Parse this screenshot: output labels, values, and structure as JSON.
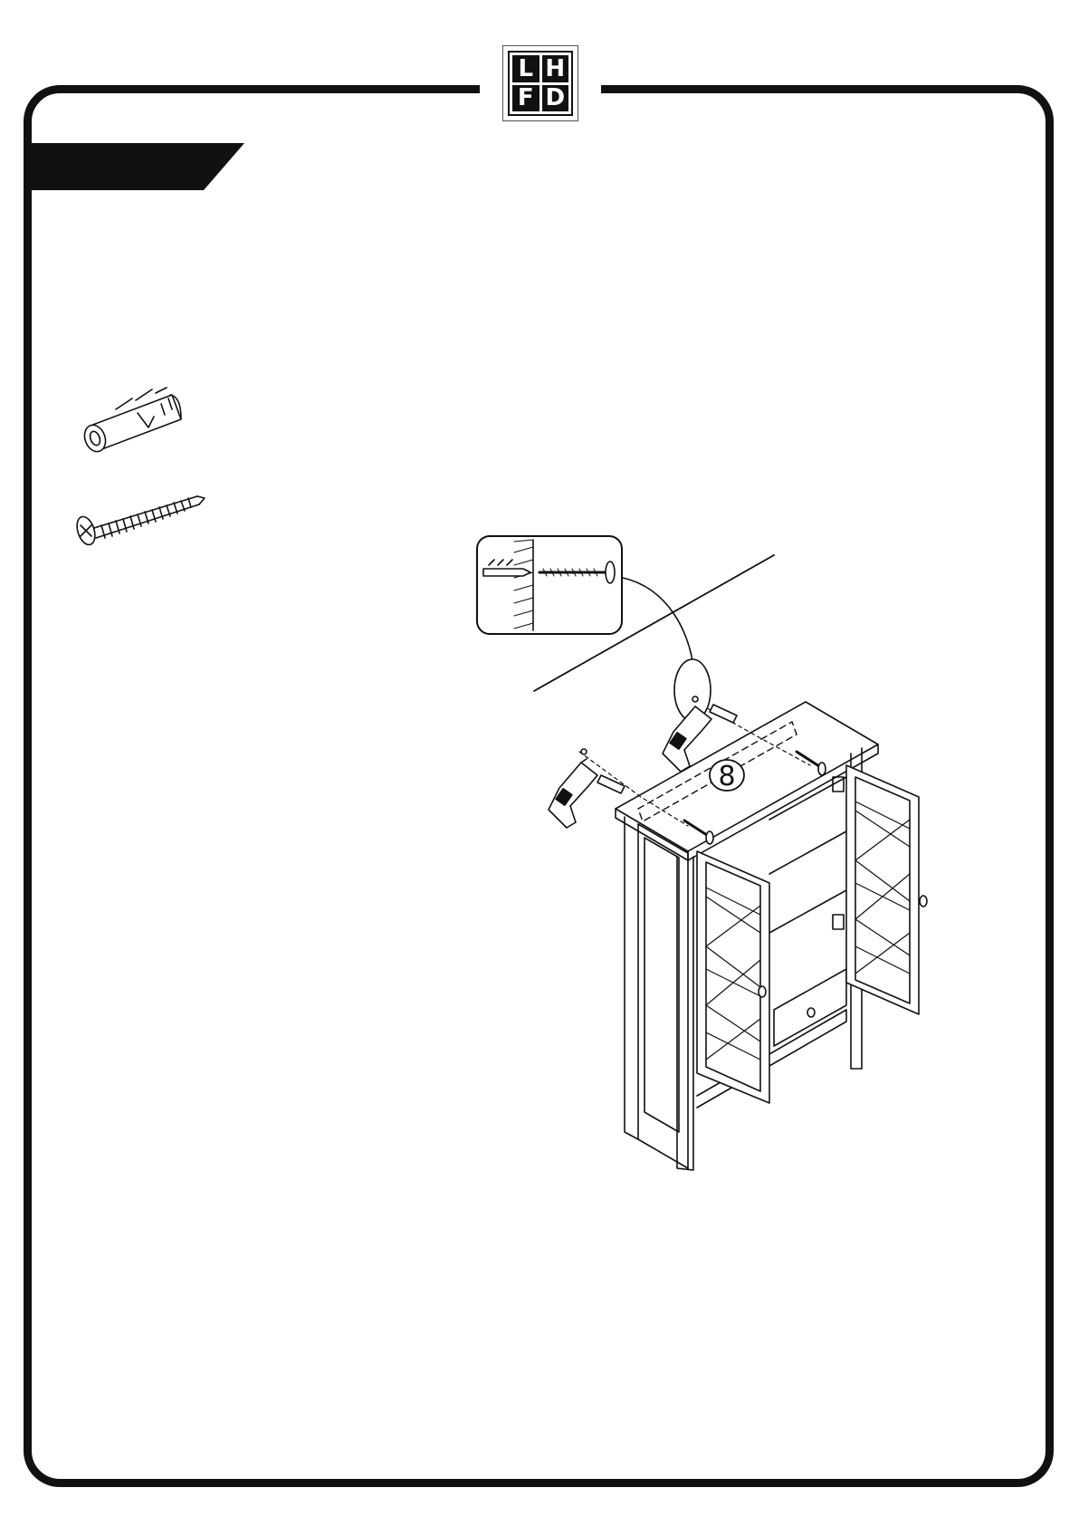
{
  "logo": {
    "letters": [
      "L",
      "H",
      "F",
      "D"
    ]
  },
  "diagram": {
    "callout_number": "8"
  },
  "icons": {
    "anchor": "wall-anchor-icon",
    "screw": "screw-icon",
    "drill": "drill-icon",
    "cabinet": "cabinet-icon"
  },
  "colors": {
    "ink": "#111111",
    "paper": "#ffffff"
  }
}
